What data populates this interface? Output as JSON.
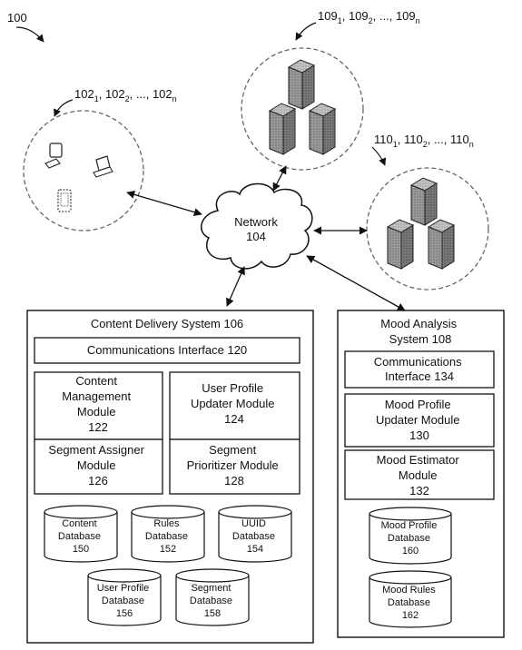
{
  "figure": {
    "ref": "100",
    "devices_ref": {
      "a": "102",
      "s1": "1",
      "b": ", 102",
      "s2": "2",
      "c": ", ..., 102",
      "sn": "n"
    },
    "servers_top_ref": {
      "a": "109",
      "s1": "1",
      "b": ", 109",
      "s2": "2",
      "c": ", ..., 109",
      "sn": "n"
    },
    "servers_right_ref": {
      "a": "110",
      "s1": "1",
      "b": ", 110",
      "s2": "2",
      "c": ", ..., 110",
      "sn": "n"
    }
  },
  "network": {
    "line1": "Network",
    "line2": "104"
  },
  "content_delivery": {
    "title": "Content Delivery System 106",
    "comm_interface": "Communications Interface 120",
    "content_mgmt": [
      "Content",
      "Management",
      "Module",
      "122"
    ],
    "user_profile_updater": [
      "User Profile",
      "Updater Module",
      "124"
    ],
    "segment_assigner": [
      "Segment Assigner",
      "Module",
      "126"
    ],
    "segment_prioritizer": [
      "Segment",
      "Prioritizer Module",
      "128"
    ],
    "databases": {
      "content": [
        "Content",
        "Database",
        "150"
      ],
      "rules": [
        "Rules",
        "Database",
        "152"
      ],
      "uuid": [
        "UUID",
        "Database",
        "154"
      ],
      "user_profile": [
        "User Profile",
        "Database",
        "156"
      ],
      "segment": [
        "Segment",
        "Database",
        "158"
      ]
    }
  },
  "mood_analysis": {
    "title": [
      "Mood Analysis",
      "System 108"
    ],
    "comm_interface": [
      "Communications",
      "Interface 134"
    ],
    "mood_profile_updater": [
      "Mood Profile",
      "Updater Module",
      "130"
    ],
    "mood_estimator": [
      "Mood Estimator",
      "Module",
      "132"
    ],
    "databases": {
      "mood_profile": [
        "Mood Profile",
        "Database",
        "160"
      ],
      "mood_rules": [
        "Mood Rules",
        "Database",
        "162"
      ]
    }
  }
}
